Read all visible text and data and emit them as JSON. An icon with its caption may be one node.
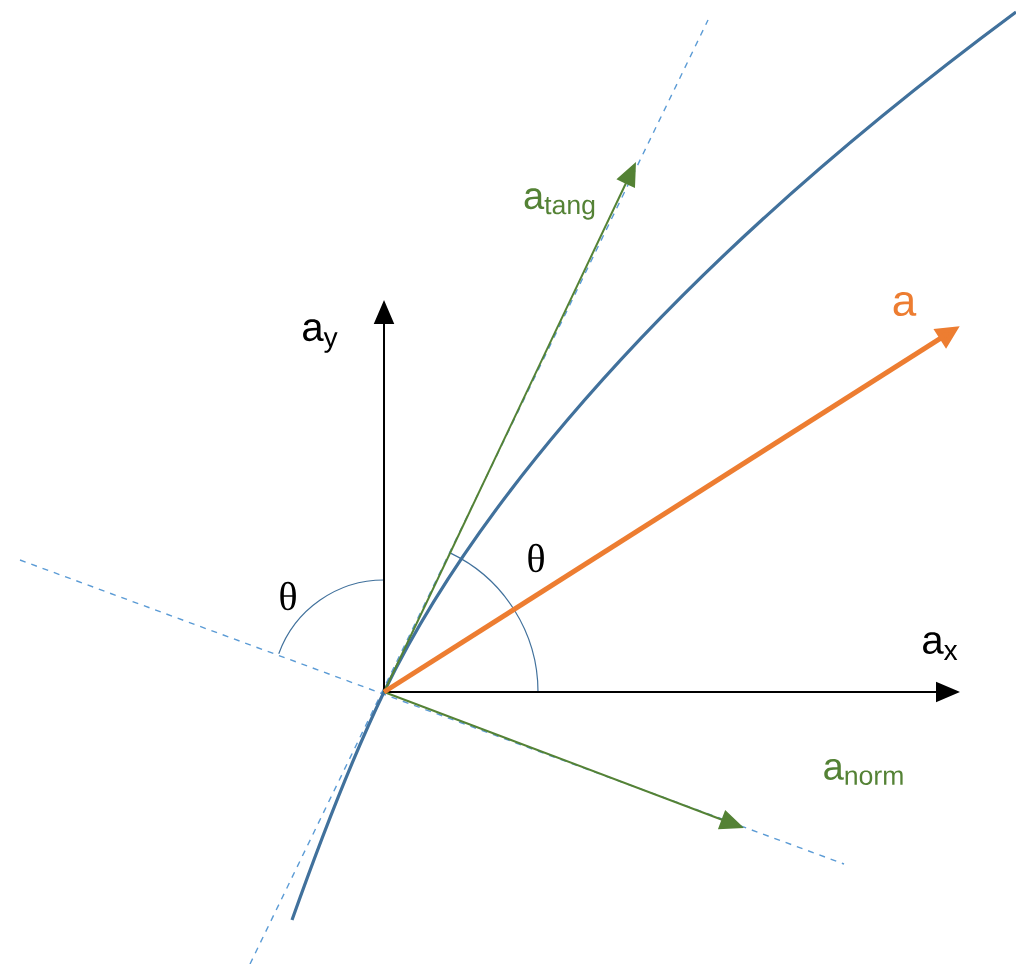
{
  "diagram": {
    "labels": [
      "a$_{tang}$",
      "a",
      "a$_{y}$",
      "θ",
      "θ",
      "a$_{x}$",
      "a$_{norm}$"
    ]
  }
}
